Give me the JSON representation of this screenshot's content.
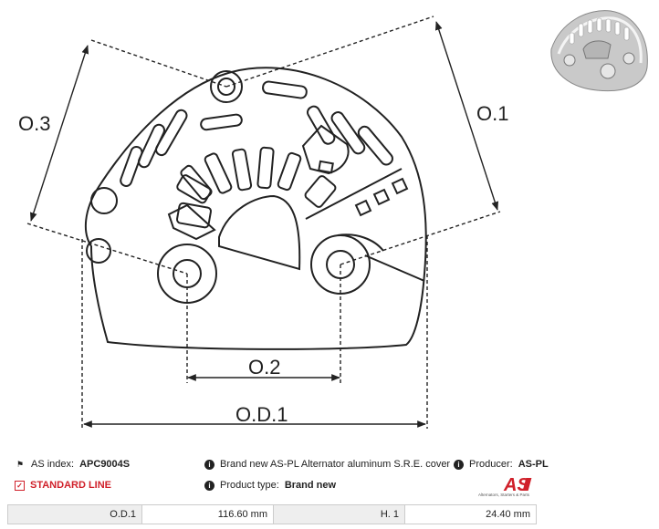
{
  "drawing": {
    "labels": {
      "od1": "O.D.1",
      "o1": "O.1",
      "o2": "O.2",
      "o3": "O.3"
    }
  },
  "info": {
    "as_index_label": "AS index:",
    "as_index_value": "APC9004S",
    "line": "STANDARD LINE",
    "description": "Brand new AS-PL Alternator aluminum S.R.E. cover",
    "product_type_label": "Product type:",
    "product_type_value": "Brand new",
    "producer_label": "Producer:",
    "producer_value": "AS-PL"
  },
  "logo": {
    "text": "AS",
    "tagline": "Alternators, Starters & Parts"
  },
  "specs": {
    "row": [
      {
        "label": "O.D.1",
        "value": "116.60 mm"
      },
      {
        "label": "H. 1",
        "value": "24.40 mm"
      }
    ]
  },
  "colors": {
    "accent_red": "#d0202a",
    "table_gray": "#eeeeee"
  },
  "icons": {
    "tag": "tag-icon",
    "check": "check-square-icon",
    "info": "info-circle-icon"
  }
}
